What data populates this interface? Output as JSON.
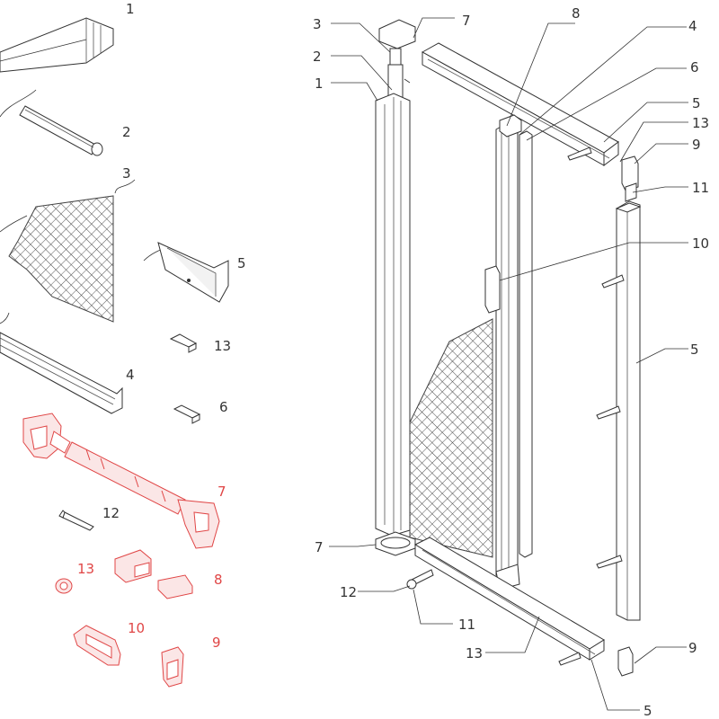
{
  "diagram": {
    "title": "",
    "accent_color": "#e04646",
    "line_color": "#333333"
  },
  "parts_list": [
    {
      "number": "1",
      "highlighted": false
    },
    {
      "number": "2",
      "highlighted": false
    },
    {
      "number": "3",
      "highlighted": false
    },
    {
      "number": "5",
      "highlighted": false
    },
    {
      "number": "13",
      "highlighted": false
    },
    {
      "number": "4",
      "highlighted": false
    },
    {
      "number": "6",
      "highlighted": false
    },
    {
      "number": "7",
      "highlighted": true
    },
    {
      "number": "12",
      "highlighted": false
    },
    {
      "number": "13",
      "highlighted": true
    },
    {
      "number": "8",
      "highlighted": true
    },
    {
      "number": "10",
      "highlighted": true
    },
    {
      "number": "9",
      "highlighted": true
    }
  ],
  "assembly_callouts": [
    {
      "number": "3"
    },
    {
      "number": "7"
    },
    {
      "number": "8"
    },
    {
      "number": "4"
    },
    {
      "number": "2"
    },
    {
      "number": "6"
    },
    {
      "number": "1"
    },
    {
      "number": "5"
    },
    {
      "number": "13"
    },
    {
      "number": "9"
    },
    {
      "number": "11"
    },
    {
      "number": "10"
    },
    {
      "number": "5"
    },
    {
      "number": "7"
    },
    {
      "number": "12"
    },
    {
      "number": "11"
    },
    {
      "number": "13"
    },
    {
      "number": "9"
    },
    {
      "number": "5"
    }
  ]
}
